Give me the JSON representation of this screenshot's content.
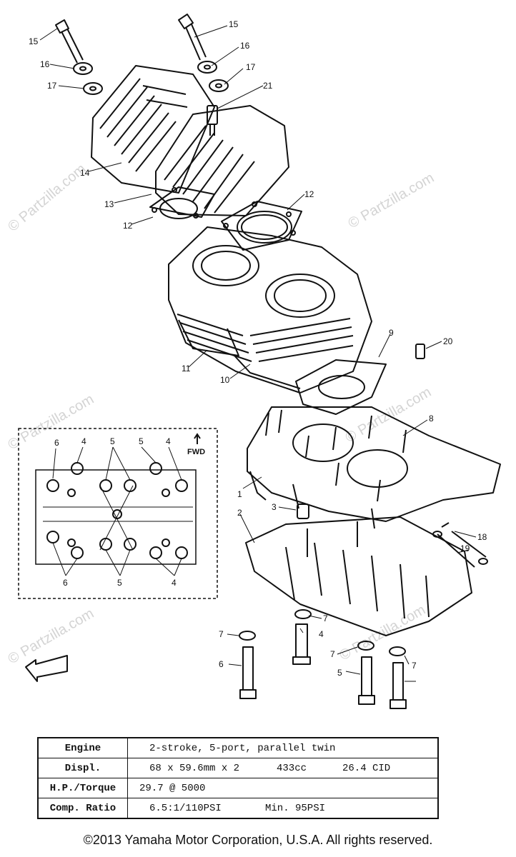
{
  "watermark": "© Partzilla.com",
  "fwd_label": "FWD",
  "callouts": {
    "c15a": "15",
    "c16a": "16",
    "c17a": "17",
    "c15b": "15",
    "c16b": "16",
    "c17b": "17",
    "c21": "21",
    "c14": "14",
    "c13": "13",
    "c12a": "12",
    "c12b": "12",
    "c11": "11",
    "c10": "10",
    "c9": "9",
    "c20": "20",
    "c8": "8",
    "c1": "1",
    "c2": "2",
    "c3": "3",
    "c18": "18",
    "c19": "19",
    "c7a": "7",
    "c7b": "7",
    "c7c": "7",
    "c7d": "7",
    "c6": "6",
    "c4": "4",
    "c5": "5",
    "inset_6a": "6",
    "inset_4a": "4",
    "inset_5a": "5",
    "inset_5b": "5",
    "inset_4b": "4",
    "inset_6b": "6",
    "inset_5c": "5",
    "inset_4c": "4"
  },
  "specs": [
    {
      "label": "Engine",
      "values": [
        "2-stroke, 5-port, parallel twin"
      ]
    },
    {
      "label": "Displ.",
      "values": [
        "68 x 59.6mm x 2",
        "433cc",
        "26.4 CID"
      ]
    },
    {
      "label": "H.P./Torque",
      "values": [
        "29.7 @ 5000"
      ]
    },
    {
      "label": "Comp. Ratio",
      "values": [
        "6.5:1/110PSI",
        "Min. 95PSI"
      ]
    }
  ],
  "copyright": "©2013  Yamaha Motor Corporation, U.S.A. All rights reserved."
}
